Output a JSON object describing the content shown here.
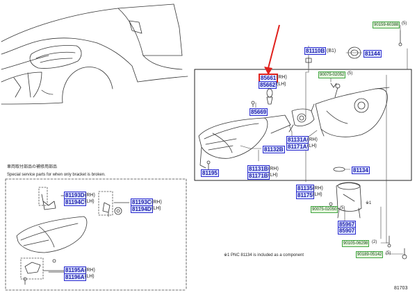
{
  "diagram": {
    "figure_number": "81703",
    "special_note_jp": "車両取付部品の補修用部品",
    "special_note_en": "Special service parts for when only bracket is broken.",
    "footnote": "※1  PNC 81134 is included as a component",
    "asterisk_label": "※1",
    "highlight_color": "#e0201c",
    "pnc_color": "#2a2ad0",
    "genuine_part_color": "#3fa53f",
    "part_numbers": [
      {
        "id": "85661",
        "label": "85661",
        "suffix": "(RH)"
      },
      {
        "id": "85662",
        "label": "85662",
        "suffix": "(LH)"
      },
      {
        "id": "85669",
        "label": "85669",
        "suffix": ""
      },
      {
        "id": "81110B",
        "label": "81110B",
        "suffix": "(B1)"
      },
      {
        "id": "81144",
        "label": "81144",
        "suffix": ""
      },
      {
        "id": "81131A",
        "label": "81131A",
        "suffix": "(RH)"
      },
      {
        "id": "81171A",
        "label": "81171A",
        "suffix": "(LH)"
      },
      {
        "id": "81132B",
        "label": "81132B",
        "suffix": ""
      },
      {
        "id": "81195",
        "label": "81195",
        "suffix": ""
      },
      {
        "id": "81131B",
        "label": "81131B",
        "suffix": "(RH)"
      },
      {
        "id": "81171B",
        "label": "81171B",
        "suffix": "(LH)"
      },
      {
        "id": "81134",
        "label": "81134",
        "suffix": ""
      },
      {
        "id": "81135",
        "label": "81135",
        "suffix": "(RH)"
      },
      {
        "id": "81175",
        "label": "81175",
        "suffix": "(LH)"
      },
      {
        "id": "85967",
        "label": "85967",
        "suffix": ""
      },
      {
        "id": "85907",
        "label": "85907",
        "suffix": ""
      },
      {
        "id": "81193D",
        "label": "81193D",
        "suffix": "(RH)"
      },
      {
        "id": "81194C",
        "label": "81194C",
        "suffix": "(LH)"
      },
      {
        "id": "81193C",
        "label": "81193C",
        "suffix": "(RH)"
      },
      {
        "id": "81194D",
        "label": "81194D",
        "suffix": "(LH)"
      },
      {
        "id": "81195A",
        "label": "81195A",
        "suffix": "(RH)"
      },
      {
        "id": "81196A",
        "label": "81196A",
        "suffix": "(LH)"
      }
    ],
    "genuine_parts": [
      {
        "id": "g1",
        "label": "90159-60388",
        "suffix": "(5)"
      },
      {
        "id": "g2",
        "label": "90075-02052",
        "suffix": "(5)"
      },
      {
        "id": "g3",
        "label": "90075-02050",
        "suffix": "(5)"
      },
      {
        "id": "g4",
        "label": "90105-06298",
        "suffix": "(2)"
      },
      {
        "id": "g5",
        "label": "90189-05142",
        "suffix": "(5)"
      }
    ]
  }
}
